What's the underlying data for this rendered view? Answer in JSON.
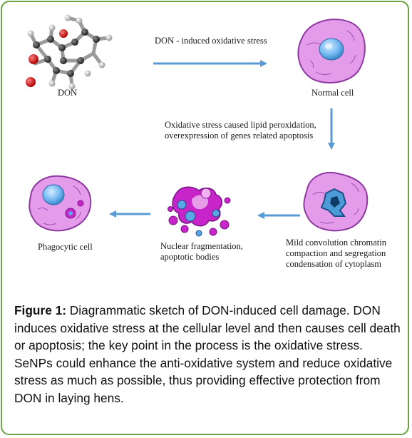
{
  "diagram": {
    "molecule_label": "DON",
    "top_arrow_label": "DON - induced oxidative stress",
    "normal_cell_label": "Normal cell",
    "vertical_arrow_label": [
      "Oxidative stress caused lipid peroxidation,",
      "overexpression of  genes related apoptosis"
    ],
    "convolution_label": [
      "Mild convolution chromatin",
      "compaction and segregation",
      "condensation of cytoplasm"
    ],
    "fragmentation_label": [
      "Nuclear fragmentation,",
      "apoptotic bodies"
    ],
    "phagocytic_label": "Phagocytic cell",
    "colors": {
      "arrow": "#5b9bd5",
      "cell_body": "#e49bea",
      "cell_outline": "#8e3aa0",
      "nucleus": "#6fb6f0",
      "apoptotic": "#c724c9",
      "border": "#6aa343"
    }
  },
  "caption": {
    "label": "Figure 1:",
    "text": " Diagrammatic sketch of DON-induced cell damage. DON induces oxidative stress at the cellular level and then causes cell death or apoptosis; the key point in the process is the oxidative stress. SeNPs could enhance the anti-oxidative system and reduce oxidative stress as much as possible, thus providing effective protection from DON in laying hens."
  }
}
